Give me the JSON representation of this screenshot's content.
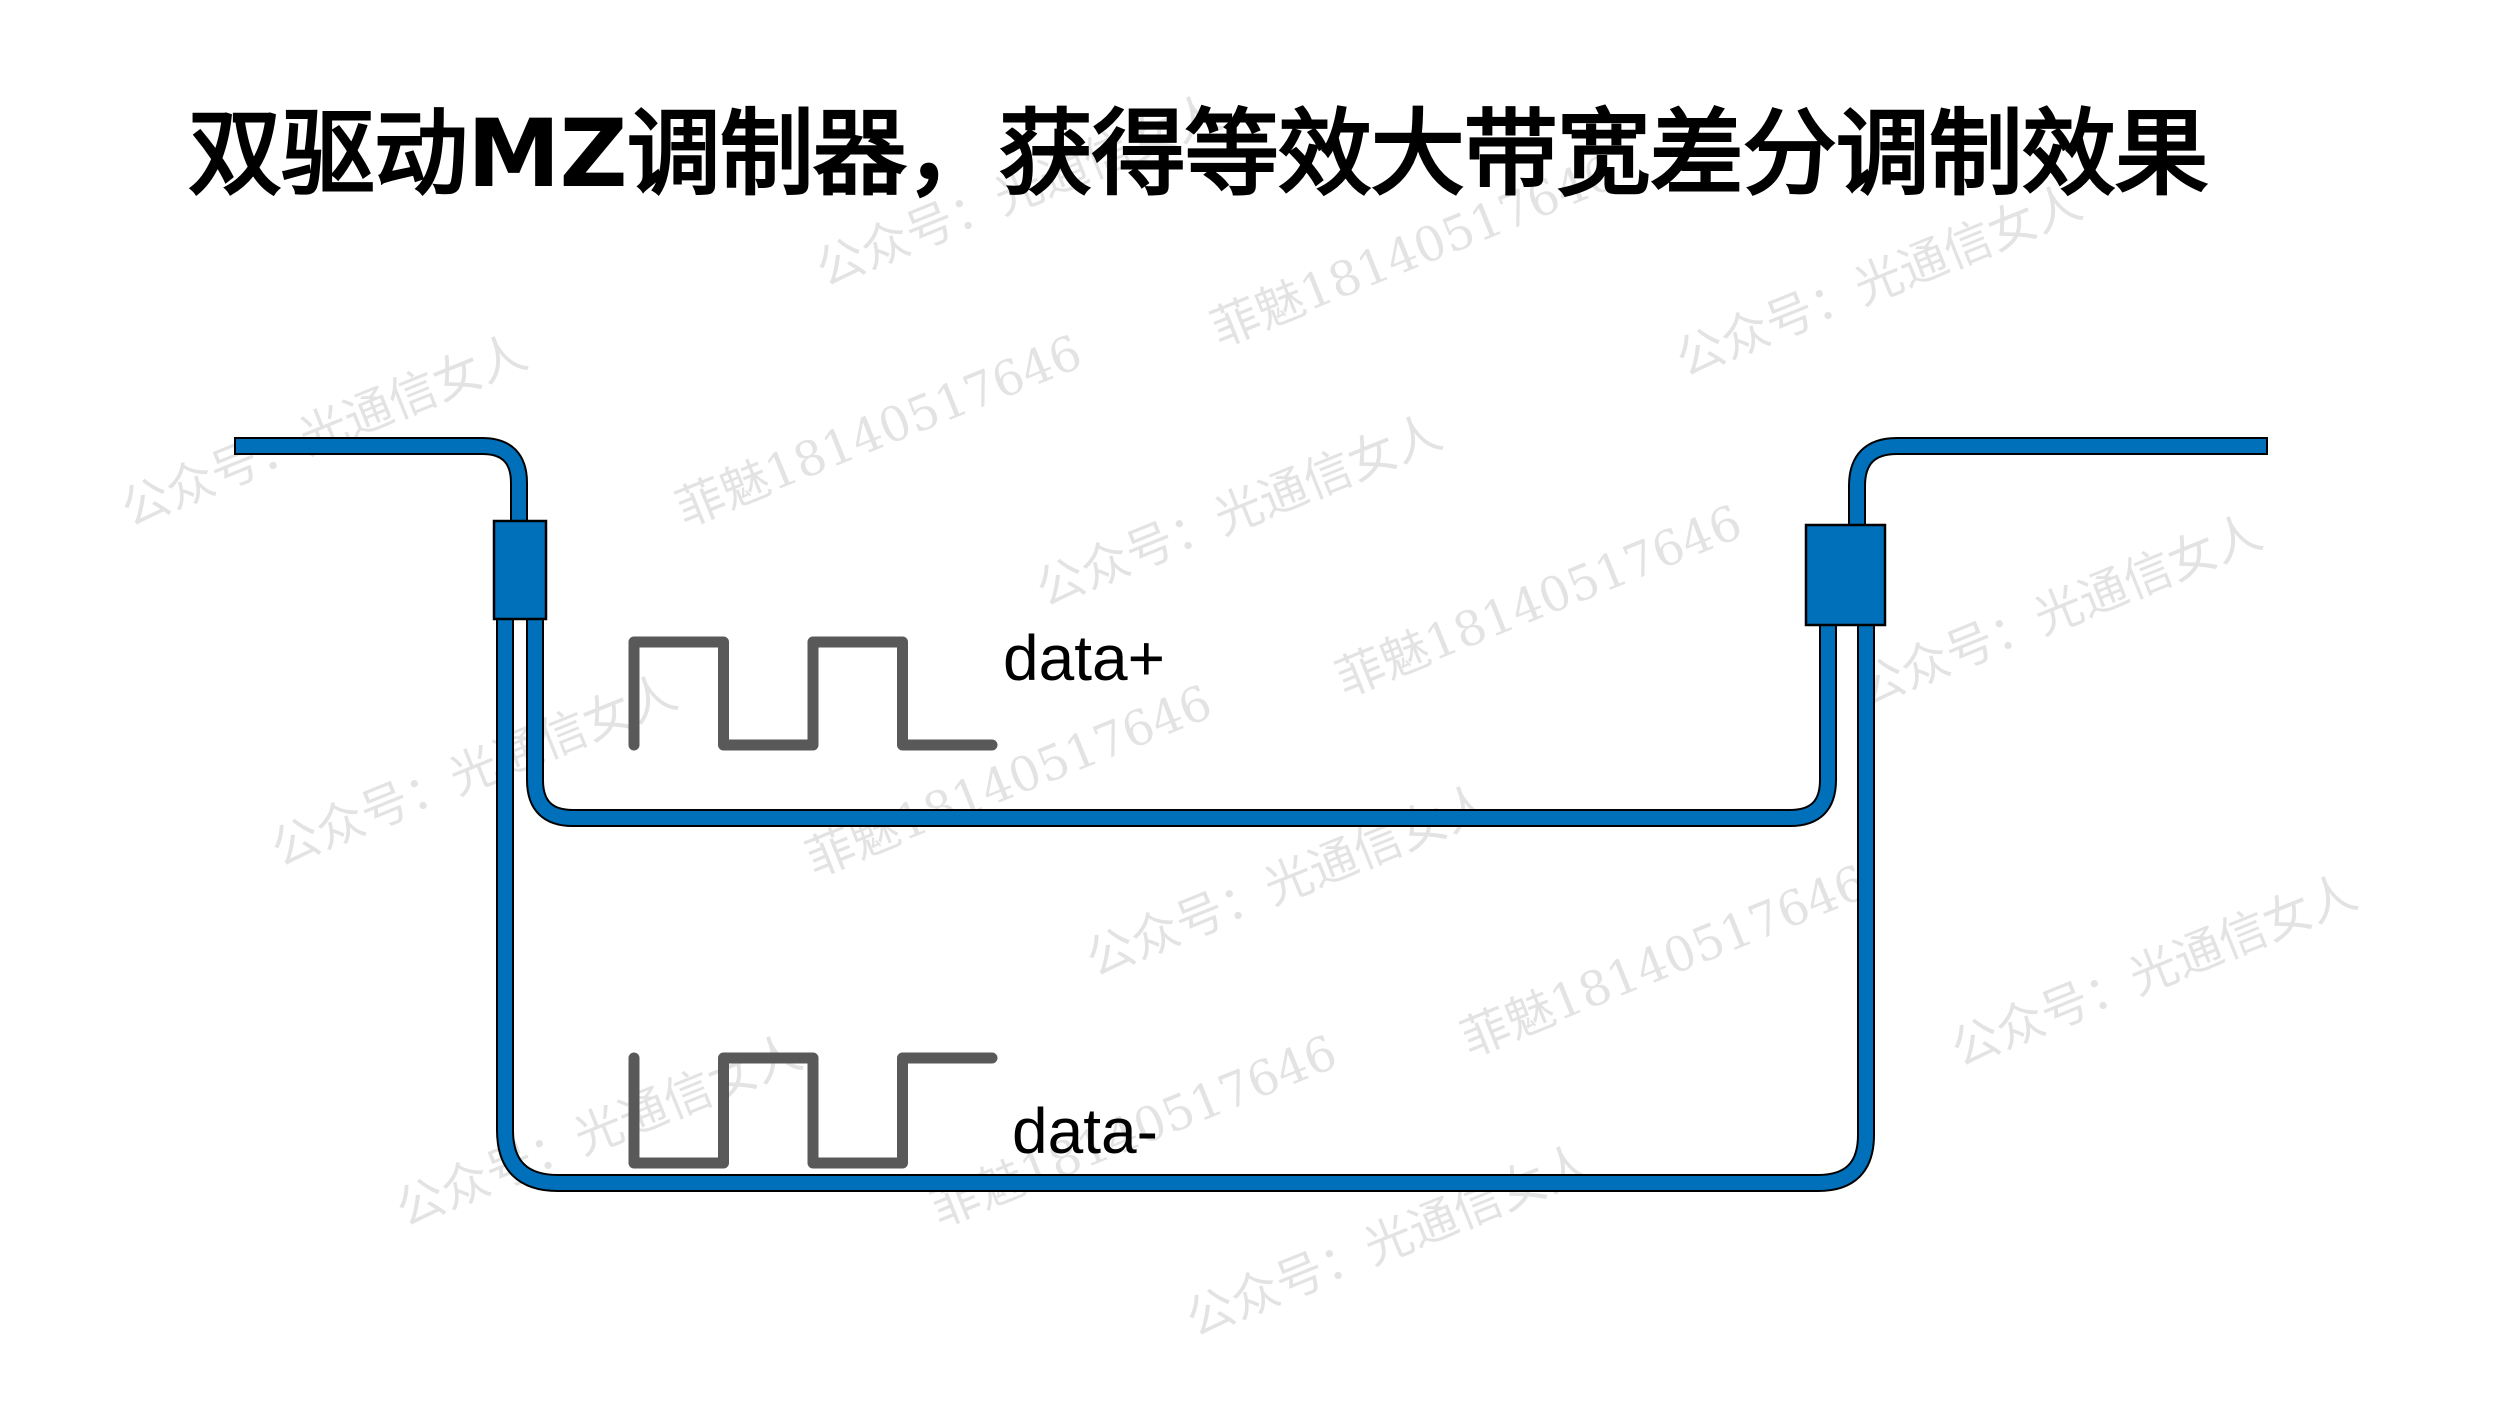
{
  "title": "双驱动MZ调制器，获得等效大带宽差分调制效果",
  "labels": {
    "data_plus": "data+",
    "data_minus": "data-"
  },
  "waveforms": {
    "data_plus_bits": [
      1,
      0,
      1,
      0
    ],
    "data_minus_bits": [
      0,
      1,
      0,
      1
    ]
  },
  "watermarks": {
    "account": "公众号：光通信女人",
    "contact": "菲魅18140517646"
  },
  "colors": {
    "waveguide": "#0170BA",
    "outline": "#000000",
    "signal": "#595959",
    "background": "#FFFFFF"
  }
}
